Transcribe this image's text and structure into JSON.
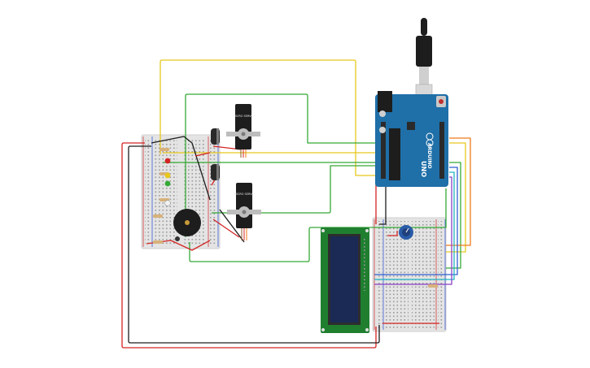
{
  "colors": {
    "wire_yellow": "#e6c81c",
    "wire_green": "#35a935",
    "wire_red": "#d42424",
    "wire_black": "#1d1d1d",
    "wire_orange": "#ef7b1a",
    "wire_blue": "#2f5fd0",
    "wire_purple": "#8a3fc6",
    "wire_cyan": "#1fb3c4",
    "arduino": "#1f6fa8",
    "breadboard": "#e7e7e7",
    "lcd_pcb": "#1f7f2f",
    "lcd_screen": "#1a2a55"
  },
  "servo1": {
    "label": "MICRO SERVO"
  },
  "servo2": {
    "label": "MICRO SERVO"
  },
  "arduino": {
    "model": "UNO",
    "brand": "ARDUINO",
    "reset_label": "RESET"
  }
}
